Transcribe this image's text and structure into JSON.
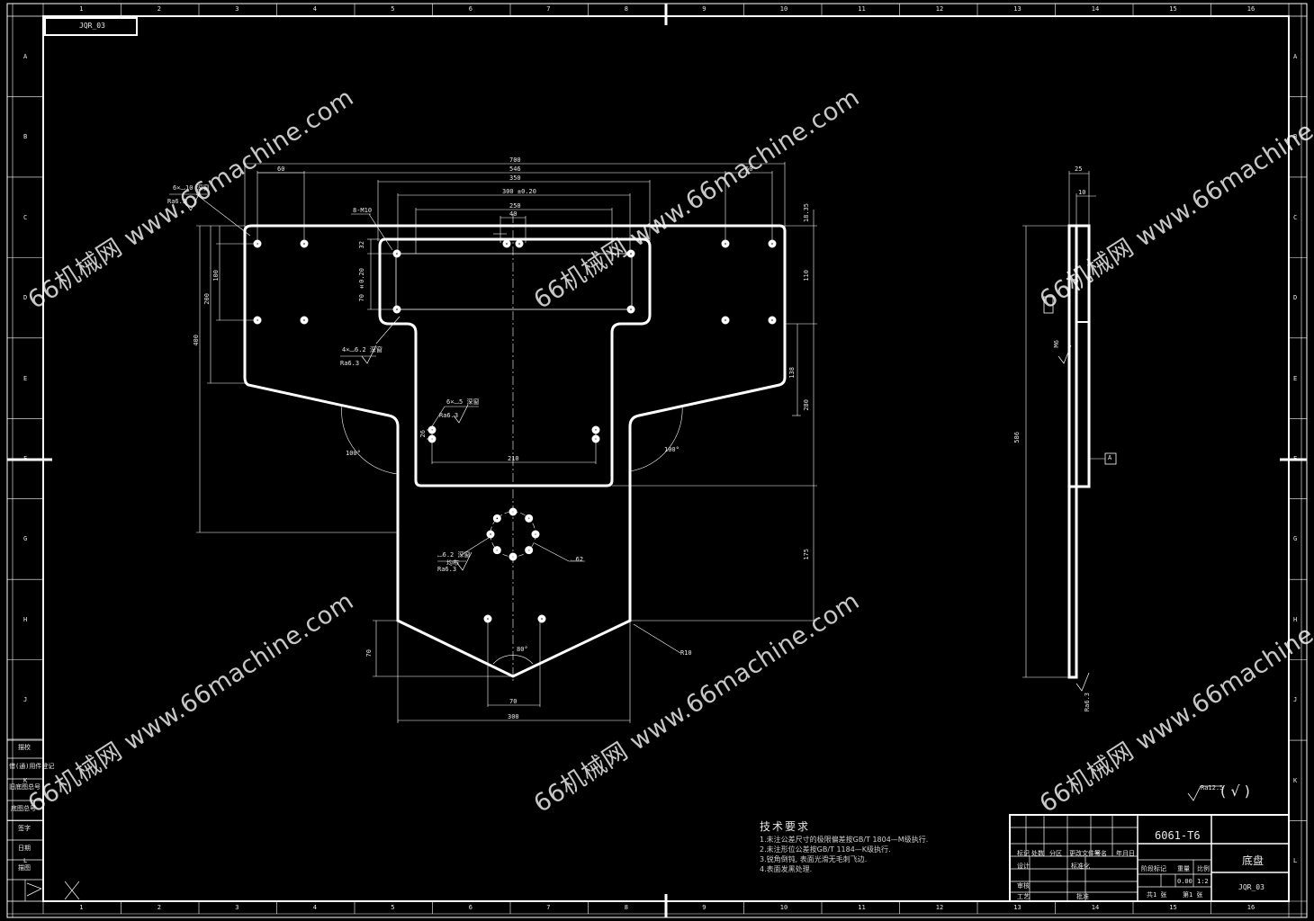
{
  "drawing_code": "JQR_03",
  "frame": {
    "columns": [
      "1",
      "2",
      "3",
      "4",
      "5",
      "6",
      "7",
      "8",
      "9",
      "10",
      "11",
      "12",
      "13",
      "14",
      "15",
      "16"
    ],
    "rows": [
      "A",
      "B",
      "C",
      "D",
      "E",
      "F",
      "G",
      "H",
      "J",
      "K",
      "L"
    ]
  },
  "dimensions": {
    "d700": "700",
    "d546": "546",
    "d350": "350",
    "d300": "300 ±0.20",
    "d250": "250",
    "d40": "40",
    "d60_left": "60",
    "d60_right": "60",
    "d110_left": "100",
    "d200": "200",
    "d400": "400",
    "d32": "32",
    "d70h": "70 ±0.20",
    "d8m10": "8-M10",
    "d18_35": "18.35",
    "d110_right": "110",
    "d138": "138",
    "d280": "280",
    "d175": "175",
    "d210": "210",
    "d26": "26",
    "ang_left": "100°",
    "ang_right": "100°",
    "ang_bottom": "80°",
    "d70b": "70",
    "d70v": "70",
    "d300b": "300",
    "rs": "R10",
    "side_25": "25",
    "side_10": "10",
    "side_586": "586",
    "side_A": "A",
    "side_m": "M6",
    "side_r": "Ra6.3"
  },
  "callouts": {
    "holes_top": "6×⌴10 深窗",
    "holes_top_ra": "Ra6.3",
    "holes_mid": "4×⌴6.2 深窗",
    "holes_mid_ra": "Ra6.3",
    "holes_center": "6×⌴5 深窗",
    "holes_center_ra": "Ra6.3",
    "holes_circle": "⌴6.2 深窗",
    "holes_circle_sub": "均布",
    "holes_circle_ra": "Ra6.3",
    "circle_dia": "⌴62"
  },
  "roughness_mark": "Ra12.5",
  "roughness_paren": "( √ )",
  "tech": {
    "title": "技术要求",
    "lines": [
      "1.未注公差尺寸的极限偏差按GB/T 1804—M级执行.",
      "2.未注形位公差按GB/T 1184—K级执行.",
      "3.锐角倒钝, 表面光滑无毛刺飞边.",
      "4.表面发黑处理."
    ]
  },
  "title_block": {
    "material": "6061-T6",
    "part_name": "底盘",
    "drawing_code": "JQR_03",
    "labels": {
      "mark": "标记",
      "count": "处数",
      "zone": "分区",
      "doc": "更改文件号",
      "sign": "签名",
      "date": "年月日",
      "design": "设计",
      "standard": "标准化",
      "check": "审核",
      "process": "工艺",
      "approve": "批准",
      "stage": "阶段标记",
      "weight": "重量",
      "scale": "比例",
      "sheet_total": "共1 张",
      "sheet_no": "第1 张",
      "scale_val": "1:2",
      "weight_val": "0.00"
    }
  },
  "left_table": [
    "借(通)用件登记",
    "旧底图总号",
    "底图总号",
    "签字",
    "日期",
    "描图",
    "描校"
  ],
  "watermarks": [
    "66机械网 www.66machine.com",
    "66机械网 www.66machine.com",
    "66机械网 www.66machine.com",
    "66机械网 www.66machine.com",
    "66机械网 www.66machine.com",
    "66机械网 www.66machine.com"
  ]
}
